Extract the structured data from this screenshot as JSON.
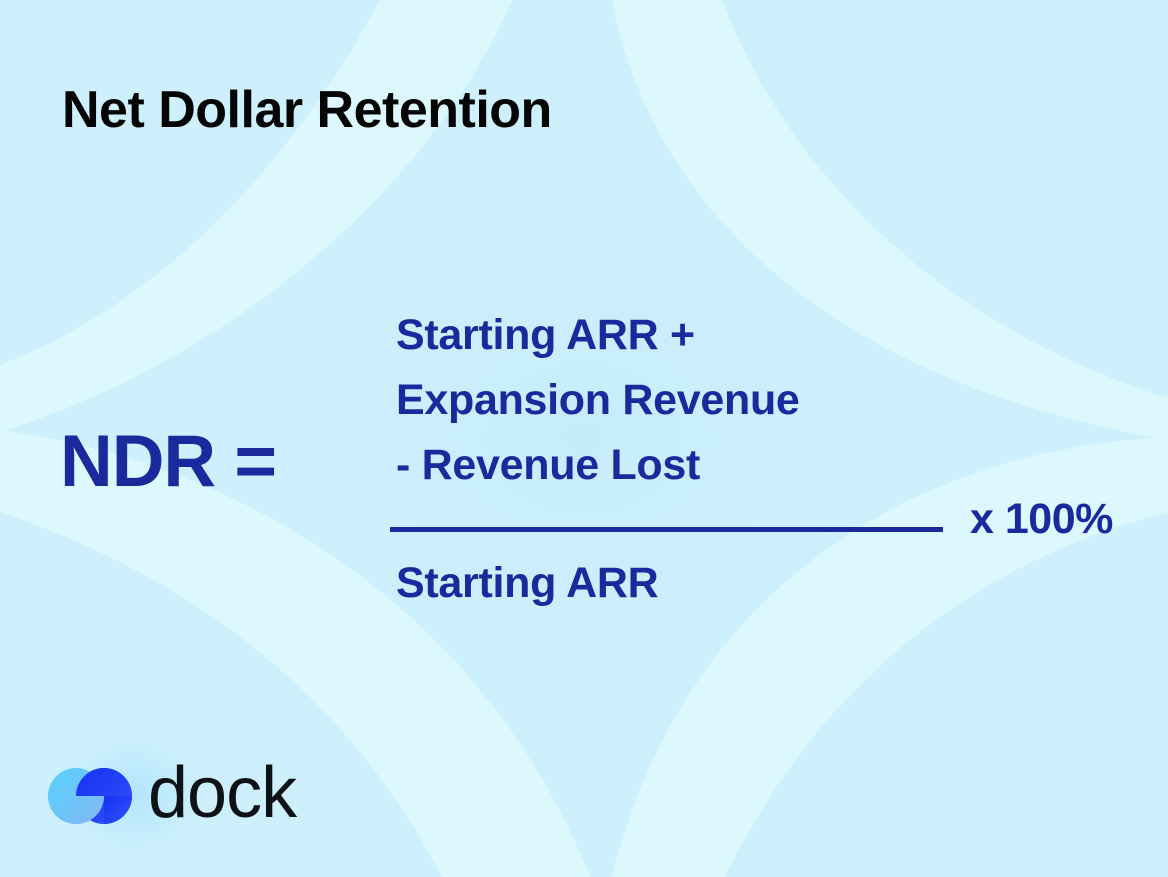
{
  "page": {
    "title": "Net Dollar Retention"
  },
  "formula": {
    "lhs": "NDR =",
    "numerator_lines": [
      "Starting ARR +",
      "Expansion Revenue",
      "- Revenue Lost"
    ],
    "denominator": "Starting ARR",
    "multiplier": "x 100%"
  },
  "brand": {
    "name": "dock",
    "icon": "dock-logo-icon"
  },
  "colors": {
    "background": "#cdf0fc",
    "background_band": "#ddf8fd",
    "formula_text": "#1a2a9c",
    "title_text": "#050505",
    "brand_text": "#0e1217",
    "logo_light": "#5fcfff",
    "logo_dark": "#1e3cf2"
  }
}
